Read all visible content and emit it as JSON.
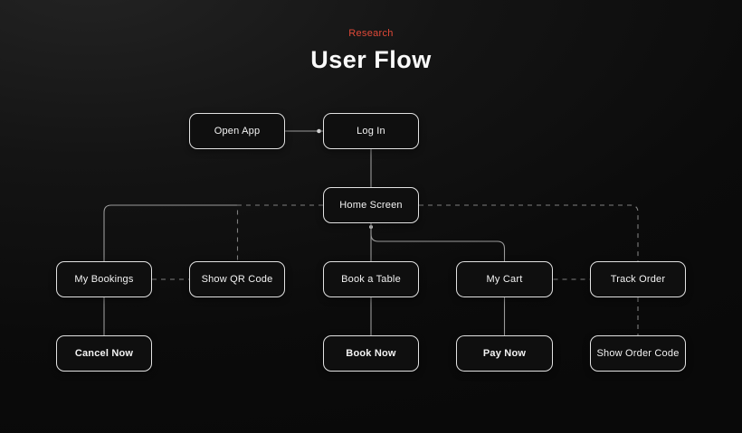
{
  "header": {
    "eyebrow": "Research",
    "title": "User Flow"
  },
  "colors": {
    "accent": "#E04938",
    "background": "#0B0B0B",
    "node_fill": "#0F0F0F",
    "node_border": "#E2E2E2",
    "connector_solid": "#9A9A9A",
    "connector_dashed": "#7F7F7F",
    "text": "#F3F3F3"
  },
  "nodes": [
    {
      "id": "open-app",
      "label": "Open App",
      "bold": false
    },
    {
      "id": "log-in",
      "label": "Log In",
      "bold": false
    },
    {
      "id": "home-screen",
      "label": "Home Screen",
      "bold": false
    },
    {
      "id": "my-bookings",
      "label": "My Bookings",
      "bold": false
    },
    {
      "id": "show-qr-code",
      "label": "Show QR Code",
      "bold": false
    },
    {
      "id": "book-a-table",
      "label": "Book a Table",
      "bold": false
    },
    {
      "id": "my-cart",
      "label": "My Cart",
      "bold": false
    },
    {
      "id": "track-order",
      "label": "Track Order",
      "bold": false
    },
    {
      "id": "cancel-now",
      "label": "Cancel Now",
      "bold": true
    },
    {
      "id": "book-now",
      "label": "Book Now",
      "bold": true
    },
    {
      "id": "pay-now",
      "label": "Pay Now",
      "bold": true
    },
    {
      "id": "show-order-code",
      "label": "Show Order Code",
      "bold": false
    }
  ],
  "edges": [
    {
      "from": "Open App",
      "to": "Log In",
      "style": "solid"
    },
    {
      "from": "Log In",
      "to": "Home Screen",
      "style": "solid"
    },
    {
      "from": "Home Screen",
      "to": "My Bookings",
      "style": "solid"
    },
    {
      "from": "Home Screen",
      "to": "Show QR Code",
      "style": "dashed"
    },
    {
      "from": "Home Screen",
      "to": "Book a Table",
      "style": "solid"
    },
    {
      "from": "Home Screen",
      "to": "My Cart",
      "style": "solid"
    },
    {
      "from": "Home Screen",
      "to": "Track Order",
      "style": "dashed"
    },
    {
      "from": "My Bookings",
      "to": "Show QR Code",
      "style": "dashed"
    },
    {
      "from": "My Cart",
      "to": "Track Order",
      "style": "dashed"
    },
    {
      "from": "My Bookings",
      "to": "Cancel Now",
      "style": "solid"
    },
    {
      "from": "Book a Table",
      "to": "Book Now",
      "style": "solid"
    },
    {
      "from": "My Cart",
      "to": "Pay Now",
      "style": "solid"
    },
    {
      "from": "Track Order",
      "to": "Show Order Code",
      "style": "dashed"
    }
  ]
}
